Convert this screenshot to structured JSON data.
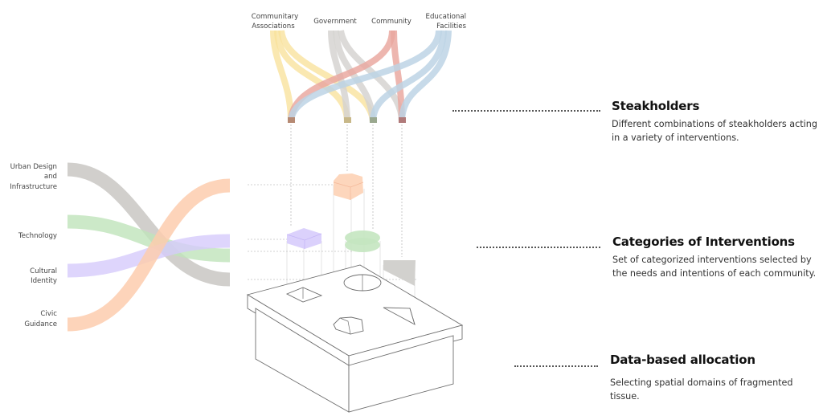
{
  "stakeholders": {
    "labels": [
      {
        "id": "communitary-associations",
        "lines": [
          "Communitary",
          "Associations"
        ],
        "color": "#f5d77a"
      },
      {
        "id": "government",
        "lines": [
          "Government"
        ],
        "color": "#c8c6c2"
      },
      {
        "id": "community",
        "lines": [
          "Community"
        ],
        "color": "#e4968a"
      },
      {
        "id": "educational-facilities",
        "lines": [
          "Educational",
          "Facilities"
        ],
        "color": "#a9c6dc"
      }
    ]
  },
  "categories": {
    "labels": [
      {
        "id": "urban-design",
        "lines": [
          "Urban Design",
          "and",
          "Infrastructure"
        ],
        "color": "#c9c7c3"
      },
      {
        "id": "technology",
        "lines": [
          "Technology"
        ],
        "color": "#b9e0b4"
      },
      {
        "id": "cultural-identity",
        "lines": [
          "Cultural",
          "Identity"
        ],
        "color": "#d2c6fb"
      },
      {
        "id": "civic-guidance",
        "lines": [
          "Civic",
          "Guidance"
        ],
        "color": "#fcc9a8"
      }
    ]
  },
  "sections": [
    {
      "id": "steakholders",
      "title": "Steakholders",
      "description": "Different combinations of steakholders acting in a variety of interventions."
    },
    {
      "id": "categories",
      "title": "Categories of Interventions",
      "description": "Set of categorized interventions selected by the needs and intentions of each community."
    },
    {
      "id": "allocation",
      "title": "Data-based allocation",
      "description": "Selecting spatial domains of fragmented tissue."
    }
  ],
  "colors": {
    "line": "#6e6e6e",
    "guide": "#bbbbbb"
  }
}
